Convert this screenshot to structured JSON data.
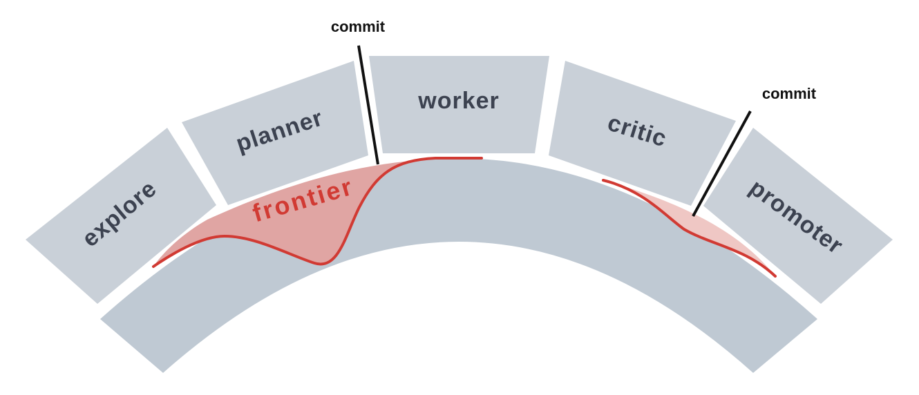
{
  "segments": [
    {
      "id": "explore",
      "label": "explore"
    },
    {
      "id": "planner",
      "label": "planner"
    },
    {
      "id": "worker",
      "label": "worker"
    },
    {
      "id": "critic",
      "label": "critic"
    },
    {
      "id": "promoter",
      "label": "promoter"
    }
  ],
  "frontier": {
    "label": "frontier"
  },
  "commits": [
    {
      "label": "commit"
    },
    {
      "label": "commit"
    }
  ],
  "colors": {
    "segment_fill": "#c9d0d8",
    "segment_text": "#3c4250",
    "base_band": "#bfc9d3",
    "frontier_fill": "#e0a5a3",
    "frontier_fill_light": "#efc7c4",
    "frontier_line": "#d13a33",
    "commit_line": "#111111"
  }
}
